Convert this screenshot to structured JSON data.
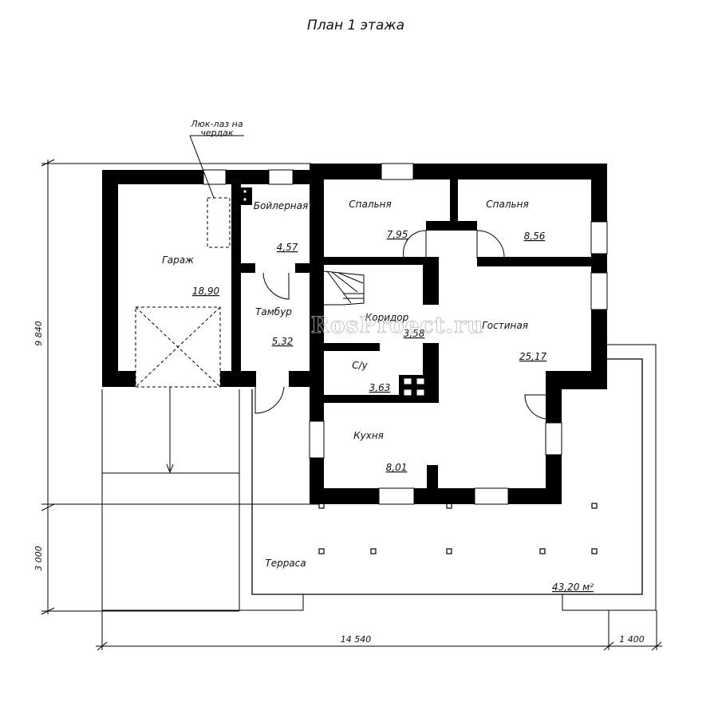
{
  "title": "План 1 этажа",
  "rooms": {
    "garage": {
      "name": "Гараж",
      "area": "18,90"
    },
    "boiler": {
      "name": "Бойлерная",
      "area": "4,57"
    },
    "vestibule": {
      "name": "Тамбур",
      "area": "5,32"
    },
    "bedroom_left": {
      "name": "Спальня",
      "area": "7,95"
    },
    "bedroom_right": {
      "name": "Спальня",
      "area": "8,56"
    },
    "corridor": {
      "name": "Коридор",
      "area": "3,58"
    },
    "living": {
      "name": "Гостиная",
      "area": "25,17"
    },
    "bathroom": {
      "name": "С/у",
      "area": "3,63"
    },
    "kitchen": {
      "name": "Кухня",
      "area": "8,01"
    },
    "terrace": {
      "name": "Терраса",
      "area": "43,20 м²"
    }
  },
  "note": {
    "line1": "Люк-лаз на",
    "line2": "чердак"
  },
  "dimensions": {
    "width_total": "14 540",
    "width_terrace": "1 400",
    "height_house": "9 840",
    "height_terrace": "3 000"
  },
  "watermark": "RosProect.ru"
}
